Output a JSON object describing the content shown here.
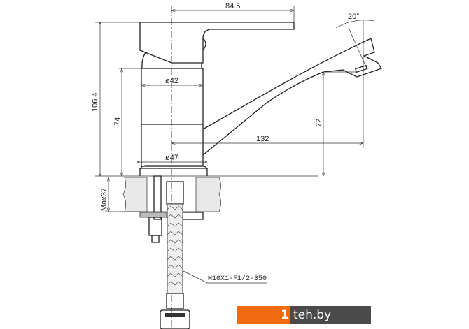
{
  "dimensions": {
    "handle_reach": "84.5",
    "total_height": "106.4",
    "body_height": "74",
    "spout_height": "72",
    "spout_reach": "132",
    "body_diameter": "ø42",
    "base_diameter": "ø47",
    "spout_angle": "20°",
    "max_countertop": "Max37"
  },
  "hose_label": "M10X1-F1/2-350",
  "logo": {
    "prefix": "1",
    "text": "teh.by",
    "orange": "#f26a10",
    "gray": "#4a4a4a"
  }
}
